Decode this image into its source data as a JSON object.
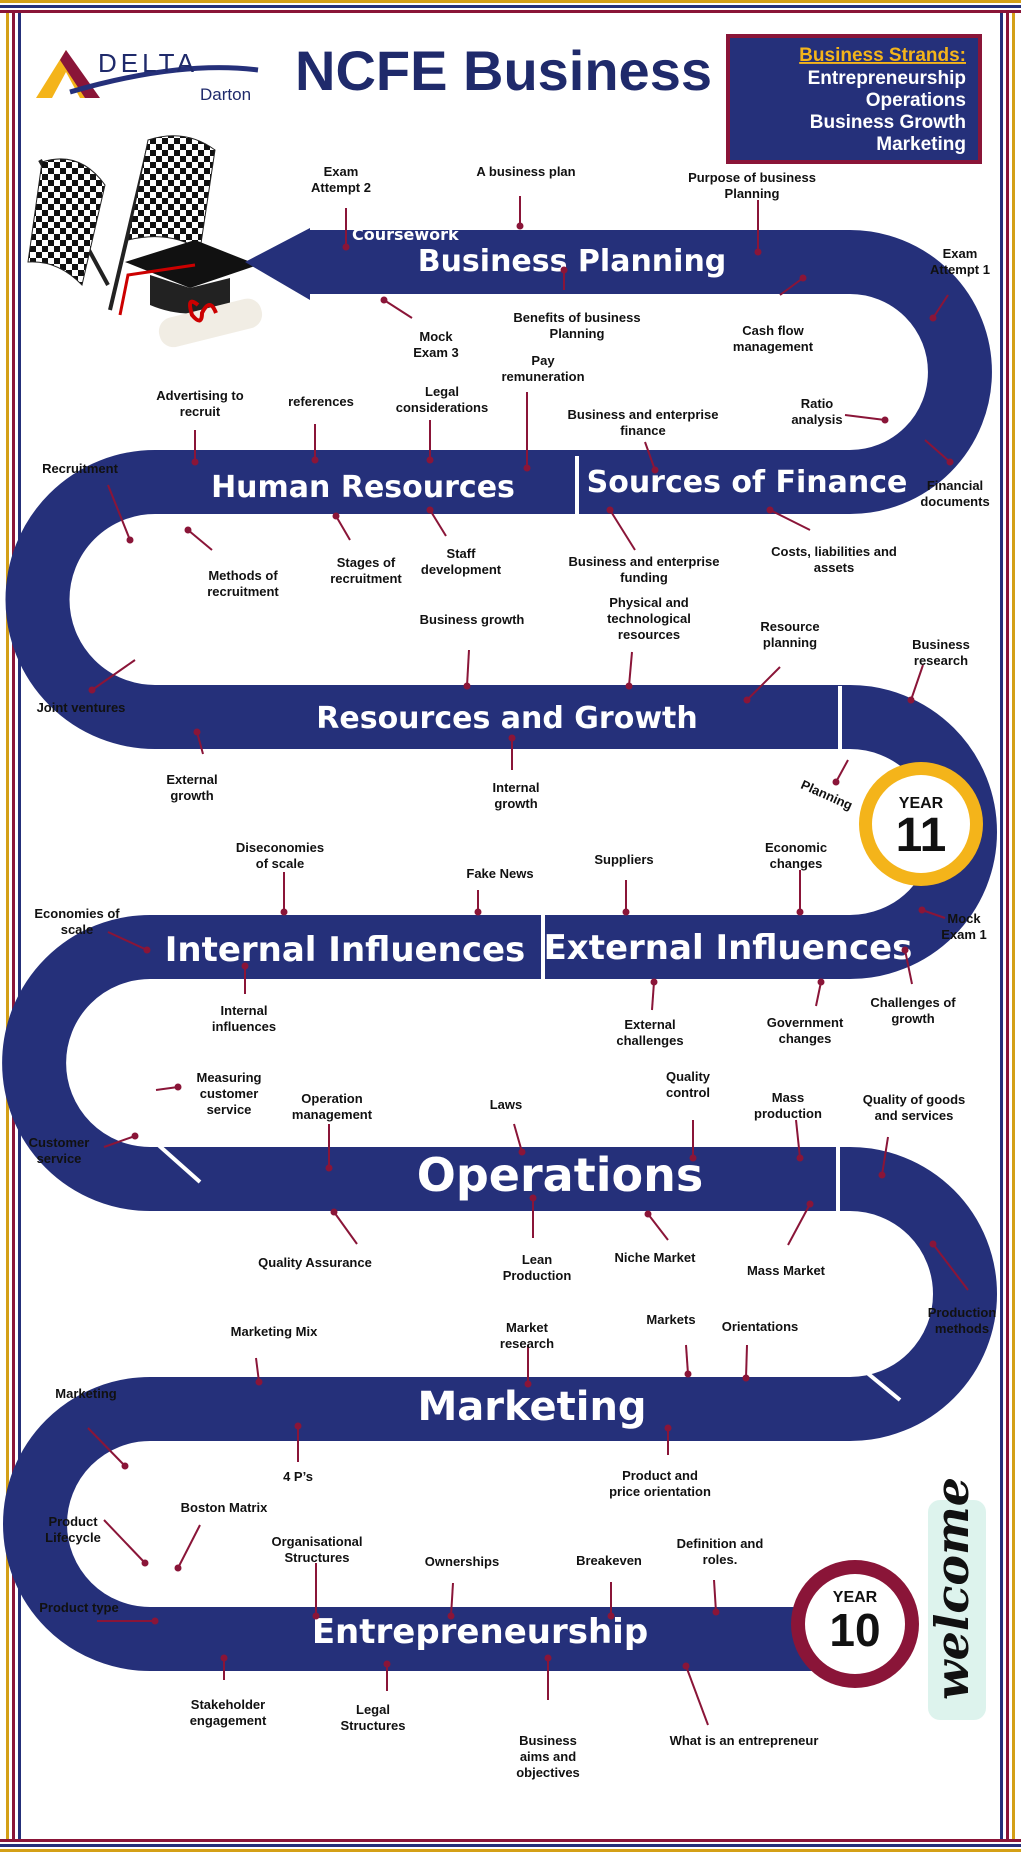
{
  "header": {
    "title": "NCFE Business",
    "logo_main": "DELTA",
    "logo_sub": "Darton",
    "strands_heading": "Business Strands:",
    "strands": [
      "Entrepreneurship",
      "Operations",
      "Business Growth",
      "Marketing"
    ]
  },
  "colors": {
    "navy": "#25307a",
    "maroon": "#8a1538",
    "gold": "#f4b41a",
    "frame_gold": "#d4a017"
  },
  "segments": [
    "Business Planning",
    "Human Resources",
    "Sources of Finance",
    "Resources and Growth",
    "Internal Influences",
    "External Influences",
    "Operations",
    "Marketing",
    "Entrepreneurship"
  ],
  "coursework": "Coursework",
  "year11": {
    "word": "YEAR",
    "num": "11"
  },
  "year10": {
    "word": "YEAR",
    "num": "10"
  },
  "welcome": "welcome",
  "labels": [
    [
      "Exam",
      "Attempt 2"
    ],
    [
      "A business plan"
    ],
    [
      "Purpose of business",
      "Planning"
    ],
    [
      "Exam",
      "Attempt 1"
    ],
    [
      "Mock",
      "Exam 3"
    ],
    [
      "Benefits of business",
      "Planning"
    ],
    [
      "Cash flow",
      "management"
    ],
    [
      "Pay",
      "remuneration"
    ],
    [
      "Advertising to",
      "recruit"
    ],
    [
      "references"
    ],
    [
      "Legal",
      "considerations"
    ],
    [
      "Business and enterprise",
      "finance"
    ],
    [
      "Ratio",
      "analysis"
    ],
    [
      "Recruitment"
    ],
    [
      "Financial",
      "documents"
    ],
    [
      "Methods of",
      "recruitment"
    ],
    [
      "Stages of",
      "recruitment"
    ],
    [
      "Staff",
      "development"
    ],
    [
      "Business and enterprise",
      "funding"
    ],
    [
      "Costs, liabilities and",
      "assets"
    ],
    [
      "Business growth"
    ],
    [
      "Physical and",
      "technological",
      "resources"
    ],
    [
      "Resource",
      "planning"
    ],
    [
      "Business",
      "research"
    ],
    [
      "Joint ventures"
    ],
    [
      "External",
      "growth"
    ],
    [
      "Internal",
      "growth"
    ],
    [
      "Planning"
    ],
    [
      "Diseconomies",
      "of scale"
    ],
    [
      "Fake News"
    ],
    [
      "Suppliers"
    ],
    [
      "Economic",
      "changes"
    ],
    [
      "Economies of",
      "scale"
    ],
    [
      "Mock",
      "Exam 1"
    ],
    [
      "Internal",
      "influences"
    ],
    [
      "External",
      "challenges"
    ],
    [
      "Government",
      "changes"
    ],
    [
      "Challenges of",
      "growth"
    ],
    [
      "Measuring",
      "customer",
      "service"
    ],
    [
      "Operation",
      "management"
    ],
    [
      "Laws"
    ],
    [
      "Quality",
      "control"
    ],
    [
      "Mass",
      "production"
    ],
    [
      "Quality of goods",
      "and services"
    ],
    [
      "Customer",
      "service"
    ],
    [
      "Quality Assurance"
    ],
    [
      "Lean",
      "Production"
    ],
    [
      "Niche Market"
    ],
    [
      "Mass Market"
    ],
    [
      "Production",
      "methods"
    ],
    [
      "Marketing Mix"
    ],
    [
      "Market",
      "research"
    ],
    [
      "Markets"
    ],
    [
      "Orientations"
    ],
    [
      "Marketing"
    ],
    [
      "4 P’s"
    ],
    [
      "Product and",
      "price orientation"
    ],
    [
      "Product",
      "Lifecycle"
    ],
    [
      "Boston Matrix"
    ],
    [
      "Organisational",
      "Structures"
    ],
    [
      "Ownerships"
    ],
    [
      "Breakeven"
    ],
    [
      "Definition and",
      "roles."
    ],
    [
      "Product type"
    ],
    [
      "Stakeholder",
      "engagement"
    ],
    [
      "Legal",
      "Structures"
    ],
    [
      "Business",
      "aims and",
      "objectives"
    ],
    [
      "What is an entrepreneur"
    ]
  ]
}
